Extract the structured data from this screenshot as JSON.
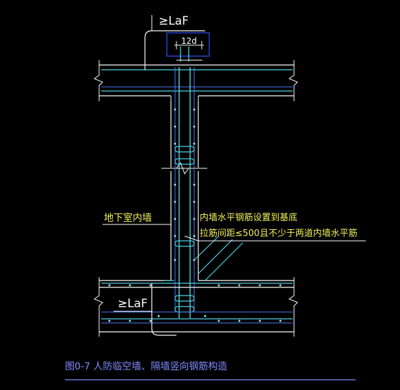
{
  "labels": {
    "top_anchor": "≥LaF",
    "top_dim": "12d",
    "bottom_anchor": "≥LaF",
    "wall_name": "地下室内墙",
    "note_line1": "内墙水平钢筋设置到基底",
    "note_line2": "拉筋间距≤500且不少于两道内墙水平筋",
    "caption": "图0-7  人防临空墙、隔墙竖向钢筋构造"
  },
  "colors": {
    "background": "#000000",
    "outline": "#ffffff",
    "rebar_cyan": "#4fd7e8",
    "rebar_blue": "#4d7cff",
    "stirrup_blue": "#2f56ff",
    "dots": "#8fe9ff",
    "annotation_yellow": "#f2f05a",
    "caption_blue": "#7f8cff"
  }
}
